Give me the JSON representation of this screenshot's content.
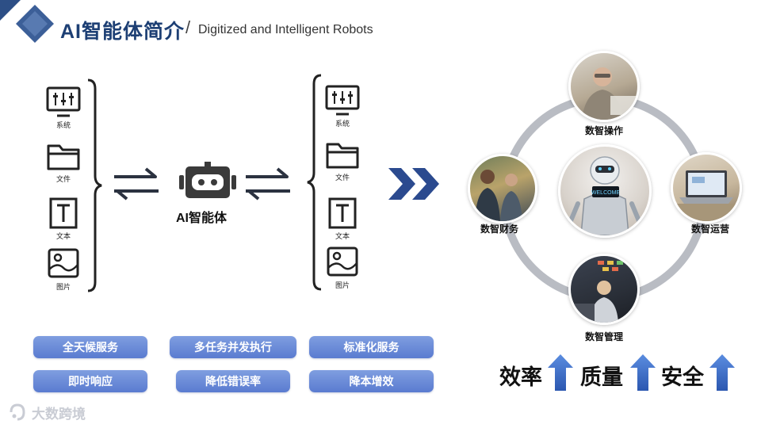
{
  "header": {
    "title": "AI智能体简介",
    "slash": "/",
    "subtitle": "Digitized and Intelligent Robots"
  },
  "left_inputs": [
    {
      "icon": "settings-panel-icon",
      "label": "系统"
    },
    {
      "icon": "folder-icon",
      "label": "文件"
    },
    {
      "icon": "text-icon",
      "label": "文本"
    },
    {
      "icon": "image-icon",
      "label": "图片"
    }
  ],
  "right_outputs": [
    {
      "icon": "settings-panel-icon",
      "label": "系统"
    },
    {
      "icon": "folder-icon",
      "label": "文件"
    },
    {
      "icon": "text-icon",
      "label": "文本"
    },
    {
      "icon": "image-icon",
      "label": "图片"
    }
  ],
  "agent": {
    "label": "AI智能体",
    "icon": "robot-head-icon"
  },
  "benefits": {
    "row1": [
      "全天候服务",
      "多任务并发执行",
      "标准化服务"
    ],
    "row2": [
      "即时响应",
      "降低错误率",
      "降本增效"
    ]
  },
  "cycle": {
    "center_sign": "WELCOME",
    "nodes": [
      {
        "label": "数智操作"
      },
      {
        "label": "数智运营"
      },
      {
        "label": "数智管理"
      },
      {
        "label": "数智财务"
      }
    ]
  },
  "kpis": [
    "效率",
    "质量",
    "安全"
  ],
  "brand": "大数跨境",
  "colors": {
    "title": "#1d3f74",
    "pill": "#6a8ad8",
    "arrow": "#2b4a8f",
    "ring": "#b9bcc3",
    "up_arrow": "#3d6fcf"
  }
}
